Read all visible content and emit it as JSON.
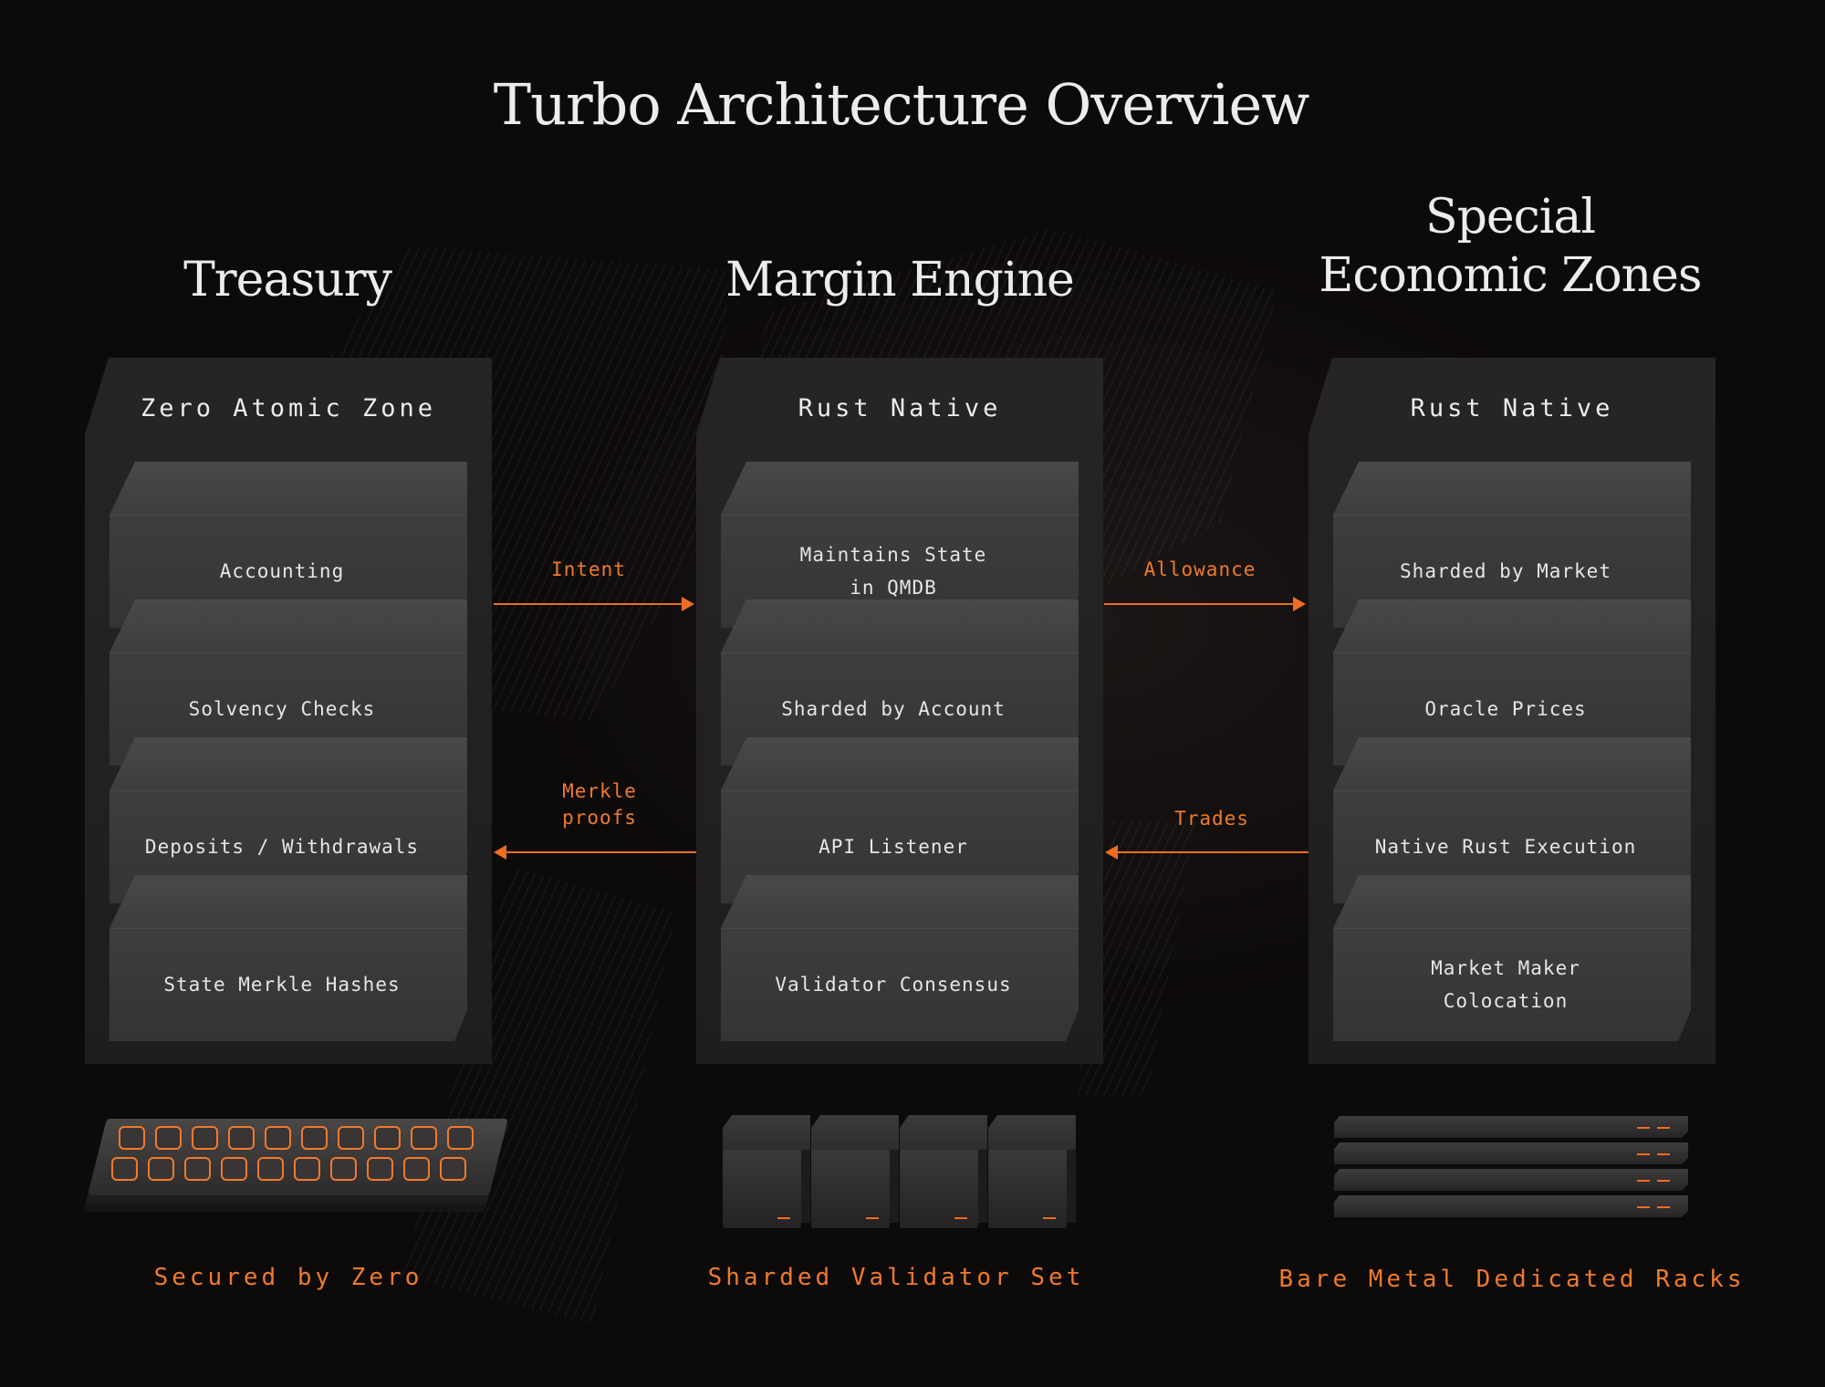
{
  "title": "Turbo Architecture Overview",
  "columns": [
    {
      "title_lines": [
        "Treasury"
      ],
      "panel_title": "Zero Atomic Zone",
      "blocks": [
        "Accounting",
        "Solvency Checks",
        "Deposits / Withdrawals",
        "State Merkle Hashes"
      ],
      "footer": "Secured by Zero",
      "footer_icon": "keypad-icon"
    },
    {
      "title_lines": [
        "Margin Engine"
      ],
      "panel_title": "Rust Native",
      "blocks": [
        "Maintains State\nin QMDB",
        "Sharded by Account",
        "API Listener",
        "Validator Consensus"
      ],
      "footer": "Sharded Validator Set",
      "footer_icon": "validator-nodes-icon"
    },
    {
      "title_lines": [
        "Special",
        "Economic Zones"
      ],
      "panel_title": "Rust Native",
      "blocks": [
        "Sharded by Market",
        "Oracle Prices",
        "Native Rust Execution",
        "Market Maker\nColocation"
      ],
      "footer": "Bare Metal Dedicated Racks",
      "footer_icon": "server-racks-icon"
    }
  ],
  "arrows": [
    {
      "label": "Intent",
      "direction": "right"
    },
    {
      "label": "Merkle\nproofs",
      "direction": "left"
    },
    {
      "label": "Allowance",
      "direction": "right"
    },
    {
      "label": "Trades",
      "direction": "left"
    }
  ],
  "colors": {
    "background": "#0d0a0a",
    "accent": "#ef7a2c",
    "text": "#ececec"
  }
}
